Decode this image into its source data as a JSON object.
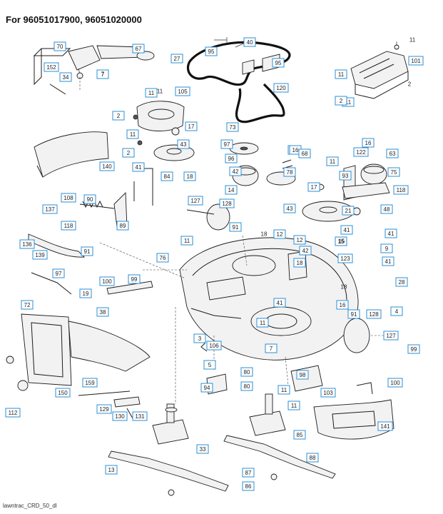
{
  "title": "For 96051017900, 96051020000",
  "footer": "lawntrac_CRD_50_dl",
  "callouts": [
    "70",
    "67",
    "152",
    "34",
    "7",
    "27",
    "95",
    "40",
    "95",
    "120",
    "101",
    "11",
    "11",
    "2",
    "2",
    "105",
    "11",
    "2",
    "17",
    "11",
    "2",
    "43",
    "140",
    "73",
    "97",
    "96",
    "42",
    "16",
    "16",
    "68",
    "78",
    "122",
    "63",
    "11",
    "75",
    "16",
    "41",
    "84",
    "18",
    "93",
    "17",
    "118",
    "108",
    "90",
    "127",
    "128",
    "14",
    "43",
    "21",
    "48",
    "137",
    "89",
    "91",
    "41",
    "11",
    "41",
    "118",
    "136",
    "12",
    "12",
    "15",
    "9",
    "139",
    "91",
    "76",
    "42",
    "123",
    "41",
    "97",
    "100",
    "99",
    "19",
    "28",
    "18",
    "38",
    "99",
    "16",
    "72",
    "91",
    "128",
    "4",
    "106",
    "3",
    "41",
    "11",
    "127",
    "7",
    "98",
    "100",
    "99",
    "150",
    "5",
    "80",
    "103",
    "159",
    "94",
    "80",
    "11",
    "129",
    "130",
    "131",
    "141",
    "112",
    "11",
    "13",
    "33",
    "85",
    "88",
    "87",
    "86"
  ],
  "plain_labels": [
    "7",
    "11",
    "11",
    "18",
    "18",
    "15",
    "2"
  ]
}
